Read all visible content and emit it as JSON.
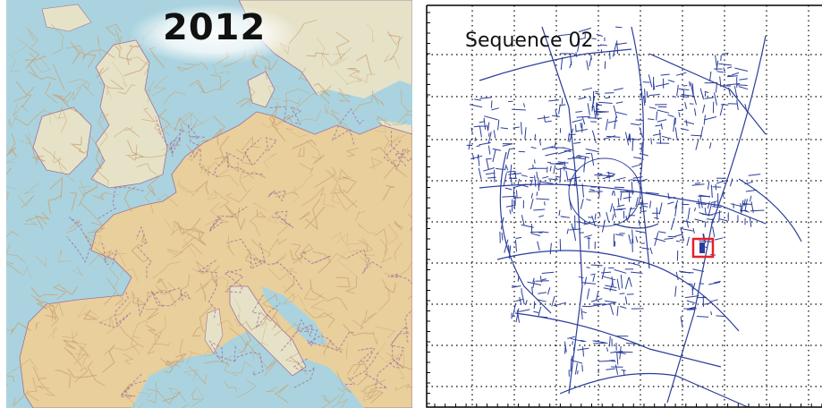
{
  "left_map": {
    "year_label": "2012",
    "colors": {
      "sea": "#aad3df",
      "land": "#e6e2c8",
      "land_dense": "#e8cf9c",
      "roads": "#c9a071",
      "borders": "#a07098"
    }
  },
  "right_plot": {
    "sequence_label": "Sequence 02",
    "colors": {
      "background": "#ffffff",
      "roads": "#2b3d9a",
      "frame": "#000000",
      "grid": "#000000",
      "marker": "#e5202a"
    },
    "grid": "on",
    "marker_icon": "vehicle-position-icon"
  }
}
